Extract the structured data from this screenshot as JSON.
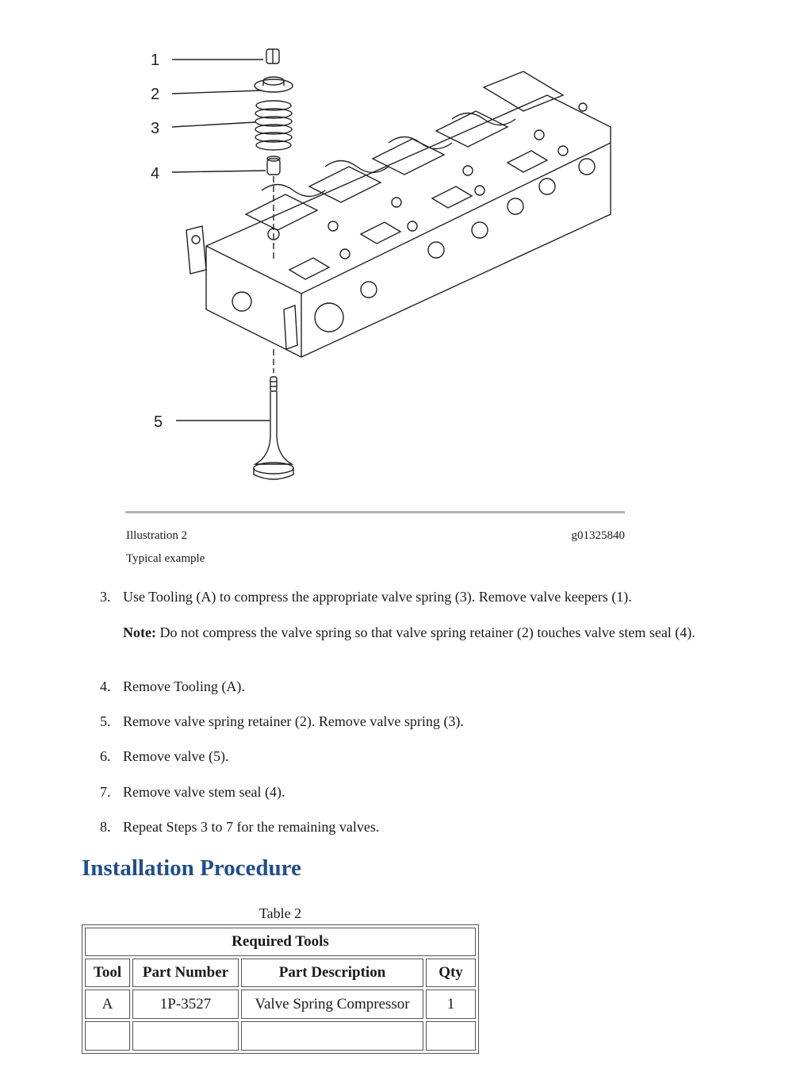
{
  "figure": {
    "callouts": [
      "1",
      "2",
      "3",
      "4",
      "5"
    ],
    "caption_left": "Illustration 2",
    "caption_right": "g01325840",
    "caption_sub": "Typical example"
  },
  "steps": [
    {
      "num": "3.",
      "text": "Use Tooling (A) to compress the appropriate valve spring (3). Remove valve keepers (1)."
    },
    {
      "num": "4.",
      "text": "Remove Tooling (A)."
    },
    {
      "num": "5.",
      "text": "Remove valve spring retainer (2). Remove valve spring (3)."
    },
    {
      "num": "6.",
      "text": "Remove valve (5)."
    },
    {
      "num": "7.",
      "text": "Remove valve stem seal (4)."
    },
    {
      "num": "8.",
      "text": "Repeat Steps 3 to 7 for the remaining valves."
    }
  ],
  "note": {
    "label": "Note:",
    "text": "Do not compress the valve spring so that valve spring retainer (2) touches valve stem seal (4)."
  },
  "section": {
    "heading": "Installation Procedure"
  },
  "table": {
    "caption": "Table 2",
    "title": "Required Tools",
    "headers": [
      "Tool",
      "Part Number",
      "Part Description",
      "Qty"
    ],
    "rows": [
      [
        "A",
        "1P-3527",
        "Valve Spring Compressor",
        "1"
      ],
      [
        "",
        "",
        "",
        ""
      ]
    ]
  },
  "colors": {
    "heading": "#1f4e8c",
    "rule": "#b4b4b4"
  }
}
